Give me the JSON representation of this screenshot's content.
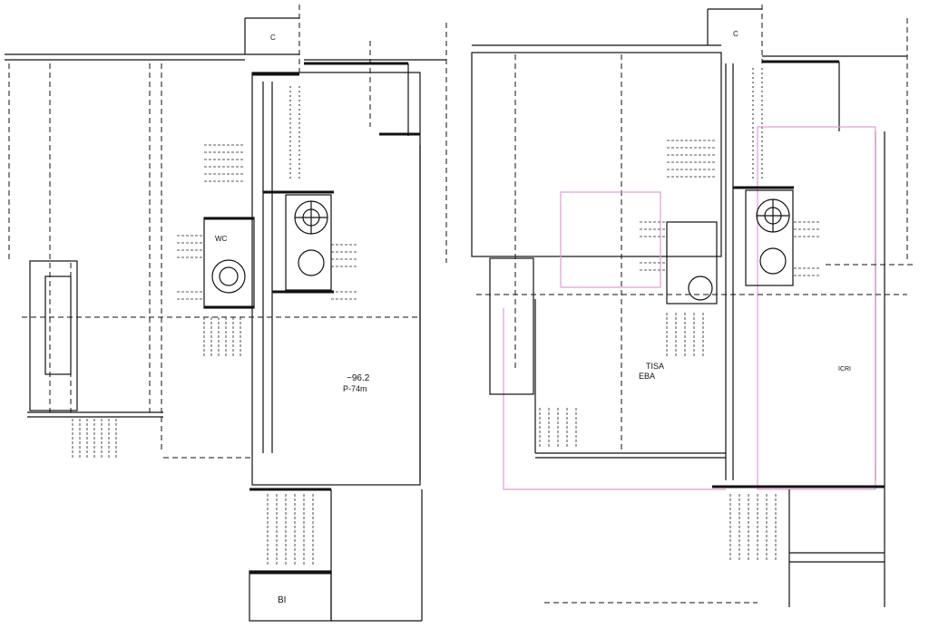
{
  "watermark": "",
  "labels": {
    "wc": "WC",
    "area_left": "~96.2",
    "area_left_unit": "P-74m",
    "stair_mark_bottom": "BI",
    "tisa": "TISA",
    "eba": "EBA",
    "right_room": "ICRI",
    "top_mark_left": "C",
    "top_mark_right": "C"
  },
  "colors": {
    "lines": "#111111",
    "highlight": "#e39bd8"
  }
}
